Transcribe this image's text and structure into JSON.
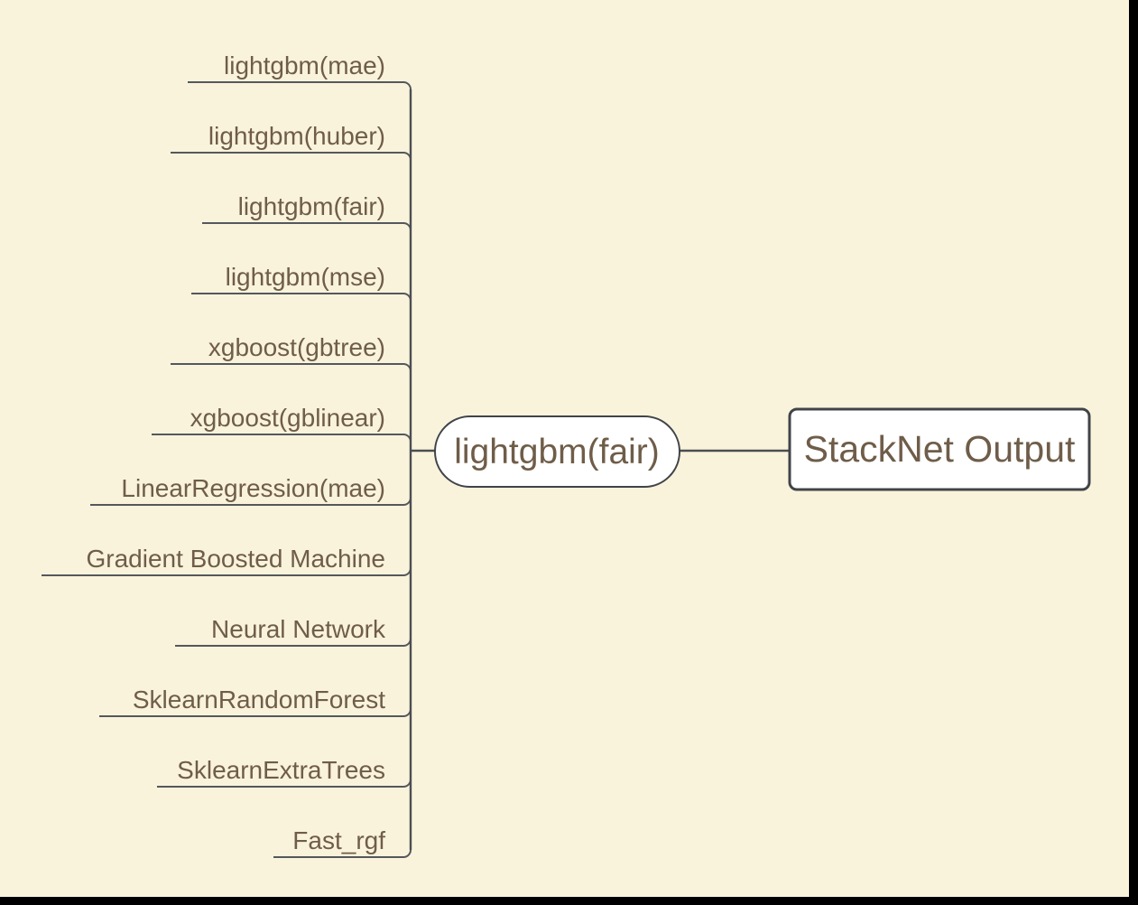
{
  "colors": {
    "background": "#faf3dc",
    "frame": "#000000",
    "line": "#4a4e54",
    "underline": "#54585c",
    "text": "#6f5d49",
    "node_fill": "#ffffff",
    "node_border": "#404449"
  },
  "branches": [
    {
      "label": "lightgbm(mae)"
    },
    {
      "label": "lightgbm(huber)"
    },
    {
      "label": "lightgbm(fair)"
    },
    {
      "label": "lightgbm(mse)"
    },
    {
      "label": "xgboost(gbtree)"
    },
    {
      "label": "xgboost(gblinear)"
    },
    {
      "label": "LinearRegression(mae)"
    },
    {
      "label": "Gradient Boosted Machine"
    },
    {
      "label": "Neural Network"
    },
    {
      "label": "SklearnRandomForest"
    },
    {
      "label": "SklearnExtraTrees"
    },
    {
      "label": "Fast_rgf"
    }
  ],
  "center_node": {
    "label": "lightgbm(fair)"
  },
  "output_node": {
    "label": "StackNet Output"
  }
}
